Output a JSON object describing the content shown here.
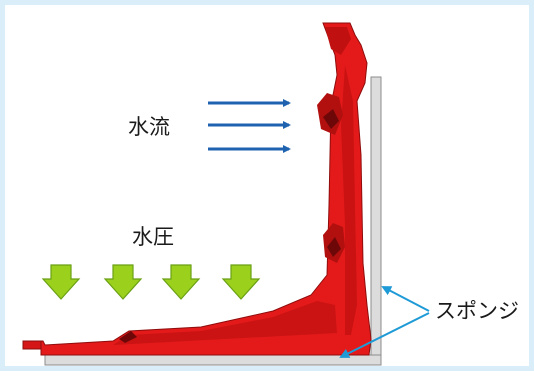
{
  "labels": {
    "water_flow": "水流",
    "water_pressure": "水圧",
    "sponge": "スポンジ"
  },
  "colors": {
    "seal": "#e41a1a",
    "seal_dark": "#a80e0e",
    "seal_shadow": "#7a0a0a",
    "sponge": "#dcdcdc",
    "sponge_edge": "#8c8c8c",
    "flow_arrow": "#1f62b0",
    "pressure_arrow": "#9bd11c",
    "pressure_arrow_edge": "#6aa015",
    "pointer": "#1e9ad6",
    "border": "#d9eef8"
  },
  "icons": {
    "flow_arrows": "right-arrow-icon",
    "pressure_arrows": "down-arrow-icon",
    "pointer": "leader-line-arrow-icon"
  }
}
